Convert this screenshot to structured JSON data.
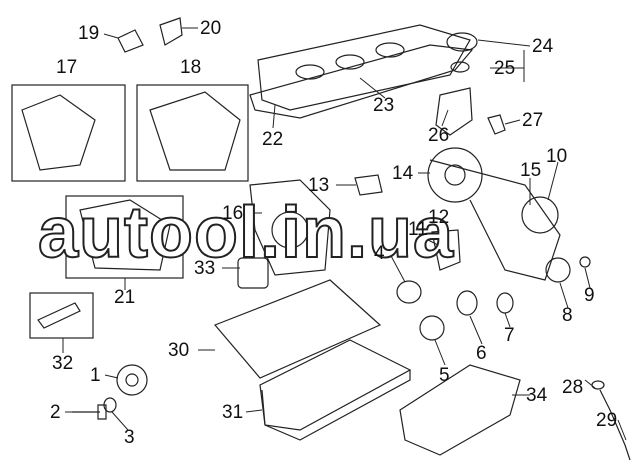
{
  "diagram": {
    "watermark": "autool.in.ua",
    "callouts": {
      "n1": "1",
      "n2": "2",
      "n3": "3",
      "n4": "4",
      "n5": "5",
      "n6": "6",
      "n7": "7",
      "n8": "8",
      "n9": "9",
      "n10": "10",
      "n11": "11",
      "n12": "12",
      "n13": "13",
      "n14": "14",
      "n15": "15",
      "n16": "16",
      "n17": "17",
      "n18": "18",
      "n19": "19",
      "n20": "20",
      "n21": "21",
      "n22": "22",
      "n23": "23",
      "n24": "24",
      "n25": "25",
      "n26": "26",
      "n27": "27",
      "n28": "28",
      "n29": "29",
      "n30": "30",
      "n31": "31",
      "n32": "32",
      "n33": "33",
      "n34": "34"
    }
  }
}
